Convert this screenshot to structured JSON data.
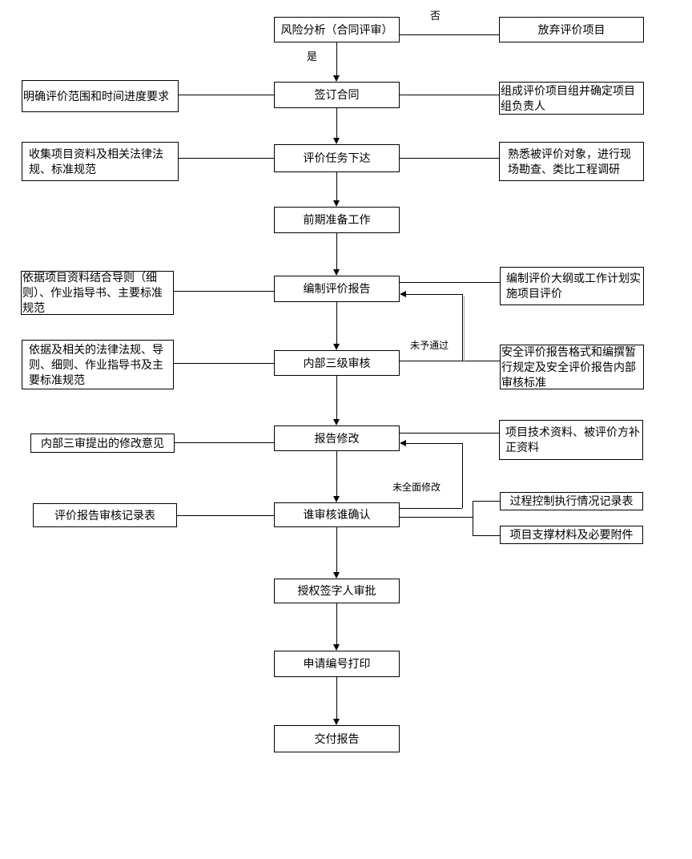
{
  "nodes": {
    "risk_analysis": "风险分析（合同评审）",
    "abandon_project": "放弃评价项目",
    "sign_contract": "签订合同",
    "scope_requirement": "明确评价范围和时间进度要求",
    "form_team": "组成评价项目组并确定项目组负责人",
    "task_issue": "评价任务下达",
    "collect_materials": "收集项目资料及相关法律法规、标准规范",
    "familiarize_object": "熟悉被评价对象，进行现场勘查、类比工程调研",
    "preparation": "前期准备工作",
    "compile_report": "编制评价报告",
    "basis_guideline": "依据项目资料结合导则（细则）、作业指导书、主要标准规范",
    "compile_outline": "编制评价大纲或工作计划实施项目评价",
    "internal_review": "内部三级审核",
    "basis_laws": "依据及相关的法律法规、导则、细则、作业指导书及主要标准规范",
    "report_format": "安全评价报告格式和编撰暂行规定及安全评价报告内部审核标准",
    "report_revision": "报告修改",
    "revision_opinions": "内部三审提出的修改意见",
    "supplementary_materials": "项目技术资料、被评价方补正资料",
    "reviewer_confirmation": "谁审核谁确认",
    "review_record_form": "评价报告审核记录表",
    "process_control_record": "过程控制执行情况记录表",
    "supporting_materials": "项目支撑材料及必要附件",
    "signatory_approval": "授权签字人审批",
    "apply_number_print": "申请编号打印",
    "deliver_report": "交付报告"
  },
  "edge_labels": {
    "no": "否",
    "yes": "是",
    "not_approved": "未予通过",
    "not_fully_revised": "未全面修改"
  },
  "edges": [
    {
      "from": "risk_analysis",
      "to": "abandon_project",
      "label": "否"
    },
    {
      "from": "risk_analysis",
      "to": "sign_contract",
      "label": "是"
    },
    {
      "from": "scope_requirement",
      "to": "sign_contract",
      "label": ""
    },
    {
      "from": "sign_contract",
      "to": "form_team",
      "label": ""
    },
    {
      "from": "sign_contract",
      "to": "task_issue",
      "label": ""
    },
    {
      "from": "collect_materials",
      "to": "task_issue",
      "label": ""
    },
    {
      "from": "task_issue",
      "to": "familiarize_object",
      "label": ""
    },
    {
      "from": "task_issue",
      "to": "preparation",
      "label": ""
    },
    {
      "from": "preparation",
      "to": "compile_report",
      "label": ""
    },
    {
      "from": "basis_guideline",
      "to": "compile_report",
      "label": ""
    },
    {
      "from": "compile_report",
      "to": "compile_outline",
      "label": ""
    },
    {
      "from": "compile_report",
      "to": "internal_review",
      "label": ""
    },
    {
      "from": "basis_laws",
      "to": "internal_review",
      "label": ""
    },
    {
      "from": "internal_review",
      "to": "report_format",
      "label": ""
    },
    {
      "from": "internal_review",
      "to": "compile_report",
      "label": "未予通过"
    },
    {
      "from": "internal_review",
      "to": "report_revision",
      "label": ""
    },
    {
      "from": "revision_opinions",
      "to": "report_revision",
      "label": ""
    },
    {
      "from": "report_revision",
      "to": "supplementary_materials",
      "label": ""
    },
    {
      "from": "report_revision",
      "to": "reviewer_confirmation",
      "label": ""
    },
    {
      "from": "review_record_form",
      "to": "reviewer_confirmation",
      "label": ""
    },
    {
      "from": "reviewer_confirmation",
      "to": "report_revision",
      "label": "未全面修改"
    },
    {
      "from": "reviewer_confirmation",
      "to": "process_control_record",
      "label": ""
    },
    {
      "from": "reviewer_confirmation",
      "to": "supporting_materials",
      "label": ""
    },
    {
      "from": "reviewer_confirmation",
      "to": "signatory_approval",
      "label": ""
    },
    {
      "from": "signatory_approval",
      "to": "apply_number_print",
      "label": ""
    },
    {
      "from": "apply_number_print",
      "to": "deliver_report",
      "label": ""
    }
  ],
  "colors": {
    "line": "#000000",
    "box_border": "#000000",
    "background": "#ffffff",
    "text": "#000000",
    "feedback_shadow": "#b0b0b0"
  }
}
